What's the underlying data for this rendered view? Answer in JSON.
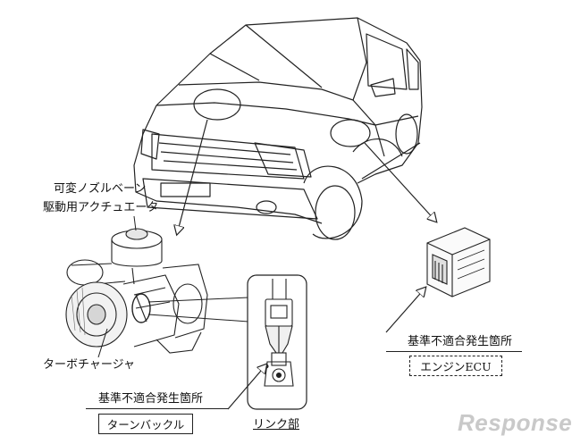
{
  "labels": {
    "actuator_line1": "可変ノズルベーン",
    "actuator_line2": "駆動用アクチュエータ",
    "turbocharger": "ターボチャージャ",
    "nonconformity_left": "基準不適合発生箇所",
    "turnbuckle": "ターンバックル",
    "link": "リンク部",
    "nonconformity_right": "基準不適合発生箇所",
    "engine_ecu": "エンジンECU"
  },
  "watermark": "Response."
}
